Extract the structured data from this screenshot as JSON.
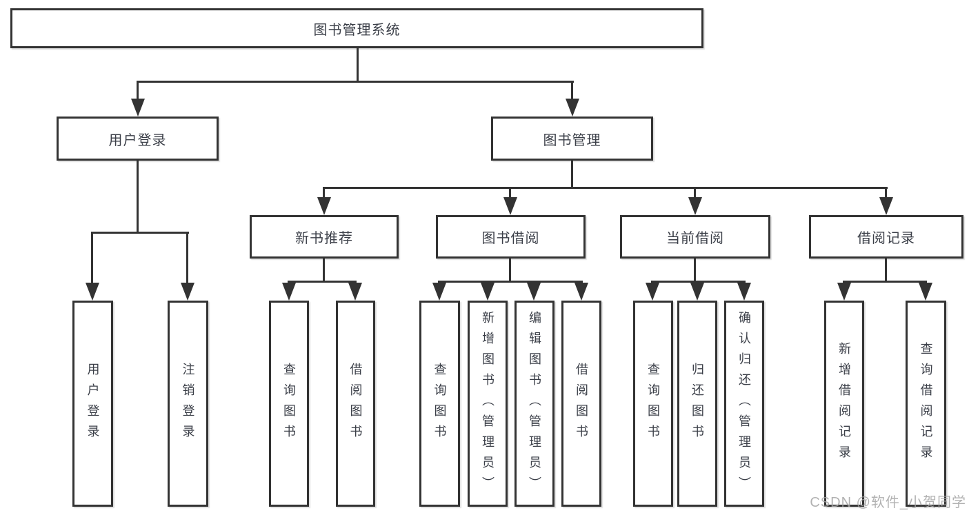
{
  "diagram": {
    "root": {
      "label": "图书管理系统"
    },
    "level2": [
      {
        "label": "用户登录"
      },
      {
        "label": "图书管理"
      }
    ],
    "level3": [
      {
        "label": "新书推荐"
      },
      {
        "label": "图书借阅"
      },
      {
        "label": "当前借阅"
      },
      {
        "label": "借阅记录"
      }
    ],
    "leaves": [
      {
        "label": "用户登录"
      },
      {
        "label": "注销登录"
      },
      {
        "label": "查询图书"
      },
      {
        "label": "借阅图书"
      },
      {
        "label": "查询图书"
      },
      {
        "label": "新增图书（管理员）"
      },
      {
        "label": "编辑图书（管理员）"
      },
      {
        "label": "借阅图书"
      },
      {
        "label": "查询图书"
      },
      {
        "label": "归还图书"
      },
      {
        "label": "确认归还（管理员）"
      },
      {
        "label": "新增借阅记录"
      },
      {
        "label": "查询借阅记录"
      }
    ]
  },
  "watermark": "CSDN @软件_小贺同学",
  "colors": {
    "line": "#333333",
    "text": "#3b3f48",
    "watermark": "#a5a5a5"
  }
}
